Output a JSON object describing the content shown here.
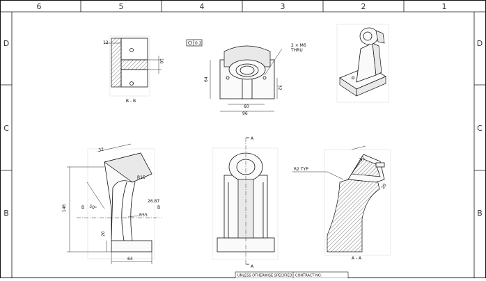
{
  "drawing": {
    "zones_top": [
      "6",
      "5",
      "4",
      "3",
      "2",
      "1"
    ],
    "zones_side": [
      "D",
      "C",
      "B"
    ],
    "section_bb_label": "B - B",
    "section_aa_label": "A - A",
    "geo_tolerance_value": "0.2",
    "hole_callout_line1": "2 × M6",
    "hole_callout_line2": "THRU",
    "typ_callout": "R2 TYP",
    "cut_letter_a": "A",
    "cut_letter_b": "B",
    "dims": {
      "bb_12": "12",
      "bb_10": "10",
      "front_64": "64",
      "front_60": "60",
      "front_96": "96",
      "front_32": "32",
      "side_32": "32",
      "side_r15": "R15",
      "side_26_87": "26.87",
      "side_r55": "R55",
      "side_146": "146",
      "side_50deg": "50°",
      "side_20": "20",
      "side_64": "64",
      "aa_32": "32",
      "aa_20": "20"
    },
    "title_block": {
      "unless": "UNLESS OTHERWISE SPECIFIED",
      "contract": "CONTRACT NO."
    }
  }
}
